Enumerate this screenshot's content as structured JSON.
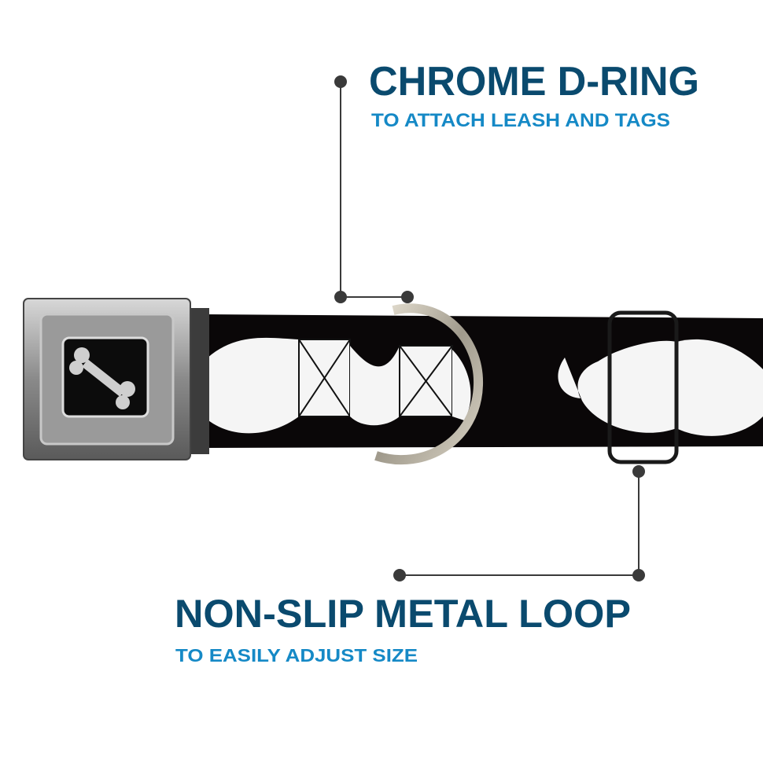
{
  "callouts": {
    "d_ring": {
      "title": "CHROME D-RING",
      "subtitle": "TO ATTACH LEASH AND TAGS"
    },
    "metal_loop": {
      "title": "NON-SLIP METAL LOOP",
      "subtitle": "TO EASILY ADJUST SIZE"
    }
  },
  "colors": {
    "title": "#0a4a6e",
    "subtitle": "#1589c6",
    "leader_line": "#3a3a3a"
  }
}
